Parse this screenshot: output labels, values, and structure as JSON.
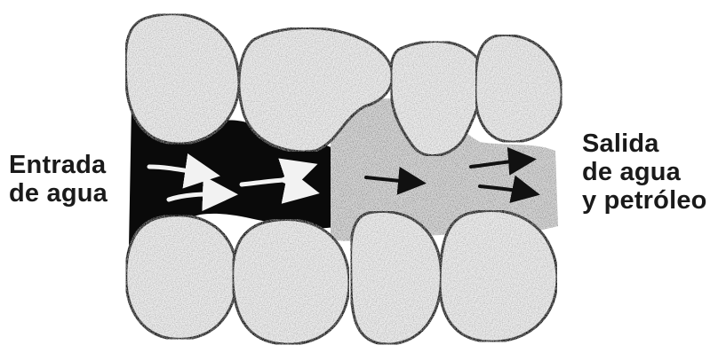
{
  "diagram": {
    "label_inlet": [
      "Entrada",
      "de agua"
    ],
    "label_outlet": [
      "Salida",
      "de agua",
      "y petróleo"
    ],
    "colors": {
      "grain_fill": "#efefef",
      "grain_stroke": "#111111",
      "water": "#0a0a0a",
      "oil_mixture": "#d9d9d9",
      "flow_arrow_water": "#f2f2f2",
      "flow_arrow_mix": "#111111"
    }
  }
}
